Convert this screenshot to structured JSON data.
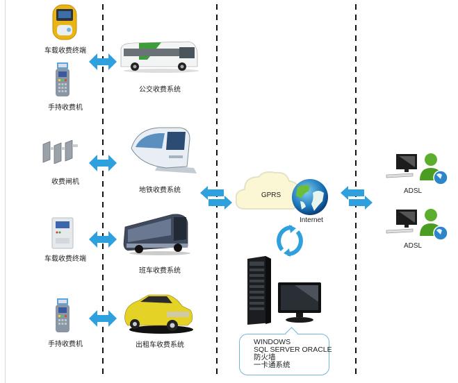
{
  "diagram": {
    "title": "一卡通收费系统网络拓扑",
    "colors": {
      "arrow": "#2ea0dd",
      "dash": "#111111",
      "callout_border": "#6fb6d8"
    },
    "terminals": [
      {
        "id": "bus-onboard-terminal",
        "label": "车载收费终端",
        "icon": "yellow-card-reader-icon"
      },
      {
        "id": "bus-handheld",
        "label": "手持收费机",
        "icon": "handheld-pos-icon"
      },
      {
        "id": "metro-gate",
        "label": "收费闸机",
        "icon": "turnstile-gate-icon"
      },
      {
        "id": "coach-onboard-terminal",
        "label": "车载收费终端",
        "icon": "card-reader-icon"
      },
      {
        "id": "taxi-handheld",
        "label": "手持收费机",
        "icon": "handheld-pos-icon"
      }
    ],
    "systems": [
      {
        "id": "bus",
        "label": "公交收费系统",
        "icon": "bus-icon"
      },
      {
        "id": "metro",
        "label": "地铁收费系统",
        "icon": "metro-train-icon"
      },
      {
        "id": "coach",
        "label": "班车收费系统",
        "icon": "coach-bus-icon"
      },
      {
        "id": "taxi",
        "label": "出租车收费系统",
        "icon": "taxi-car-icon"
      }
    ],
    "network": {
      "gprs_label": "GPRS",
      "internet_label": "Internet"
    },
    "server": {
      "icon": "server-rack-icon",
      "monitor_icon": "monitor-icon",
      "lines": [
        "WINDOWS",
        "SQL SERVER ORACLE",
        "防火墙",
        "一卡通系统"
      ]
    },
    "clients": [
      {
        "label": "ADSL",
        "icon": "adsl-user-computer-icon"
      },
      {
        "label": "ADSL",
        "icon": "adsl-user-computer-icon"
      }
    ]
  }
}
